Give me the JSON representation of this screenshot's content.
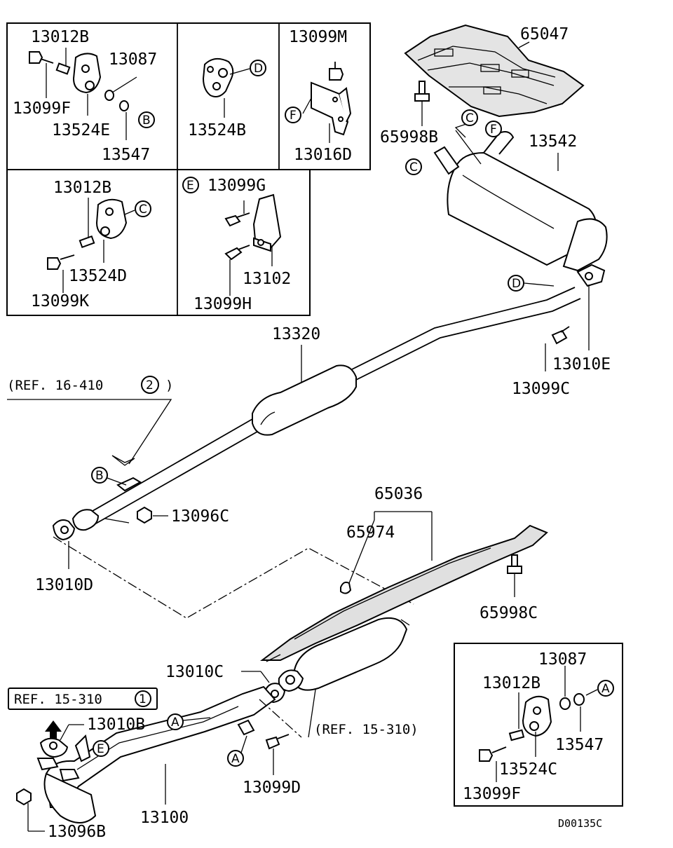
{
  "part_labels": {
    "p13012B_a": "13012B",
    "p13087_a": "13087",
    "p13099F_a": "13099F",
    "p13524E": "13524E",
    "p13547_a": "13547",
    "p13524B": "13524B",
    "p13099M": "13099M",
    "p13016D": "13016D",
    "p13012B_b": "13012B",
    "p13524D": "13524D",
    "p13099K": "13099K",
    "p13099G": "13099G",
    "p13102": "13102",
    "p13099H": "13099H",
    "p65047": "65047",
    "p65998B": "65998B",
    "p13542": "13542",
    "p13320": "13320",
    "p13010E": "13010E",
    "p13099C": "13099C",
    "p13096C": "13096C",
    "p13010D": "13010D",
    "p65036": "65036",
    "p65974": "65974",
    "p65998C": "65998C",
    "p13010C": "13010C",
    "p13010B": "13010B",
    "p13096B": "13096B",
    "p13100": "13100",
    "p13099D": "13099D",
    "p13087_b": "13087",
    "p13012B_c": "13012B",
    "p13547_b": "13547",
    "p13524C": "13524C",
    "p13099F_b": "13099F"
  },
  "references": {
    "ref_16_410": "(REF. 16-410",
    "ref_16_410_num": "2",
    "ref_16_410_close": ")",
    "ref_15_310_box": "REF. 15-310",
    "ref_15_310_box_num": "1",
    "ref_15_310": "(REF. 15-310)"
  },
  "callouts": {
    "B1": "B",
    "D1": "D",
    "F1": "F",
    "C1": "C",
    "E1": "E",
    "C2": "C",
    "F2": "F",
    "C3": "C",
    "D2": "D",
    "B2": "B",
    "A1": "A",
    "E2": "E",
    "A2": "A",
    "A3": "A"
  },
  "footer": {
    "drawing_code": "D00135C"
  }
}
